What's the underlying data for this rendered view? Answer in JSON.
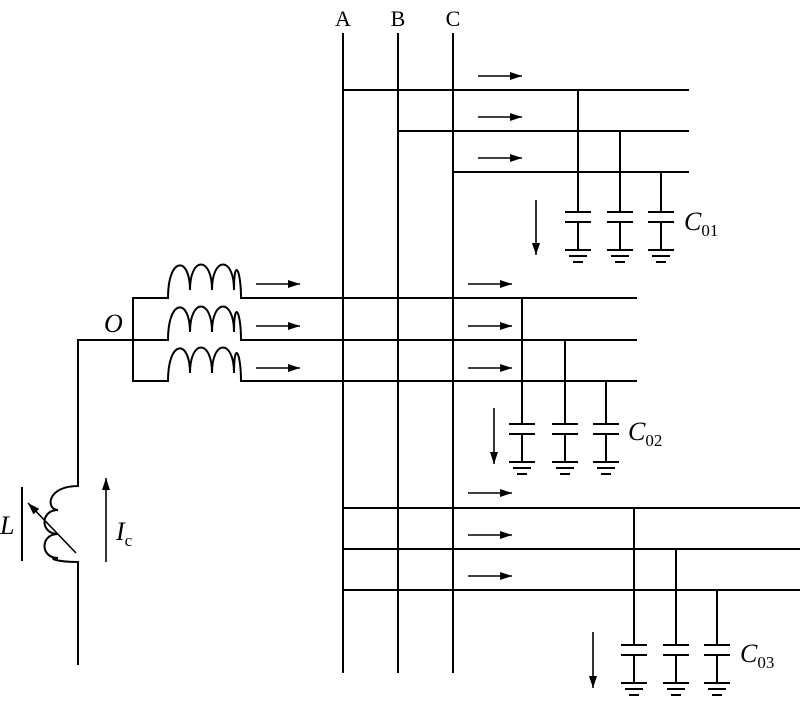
{
  "buses": {
    "a": "A",
    "b": "B",
    "c": "C"
  },
  "neutral": {
    "label": "O"
  },
  "inductor": {
    "label": "L"
  },
  "current": {
    "symbol": "I",
    "subscript": "c"
  },
  "capacitor_groups": [
    {
      "symbol": "C",
      "subscript": "01"
    },
    {
      "symbol": "C",
      "subscript": "02"
    },
    {
      "symbol": "C",
      "subscript": "03"
    }
  ],
  "colors": {
    "ink": "#000000",
    "background": "#ffffff"
  }
}
